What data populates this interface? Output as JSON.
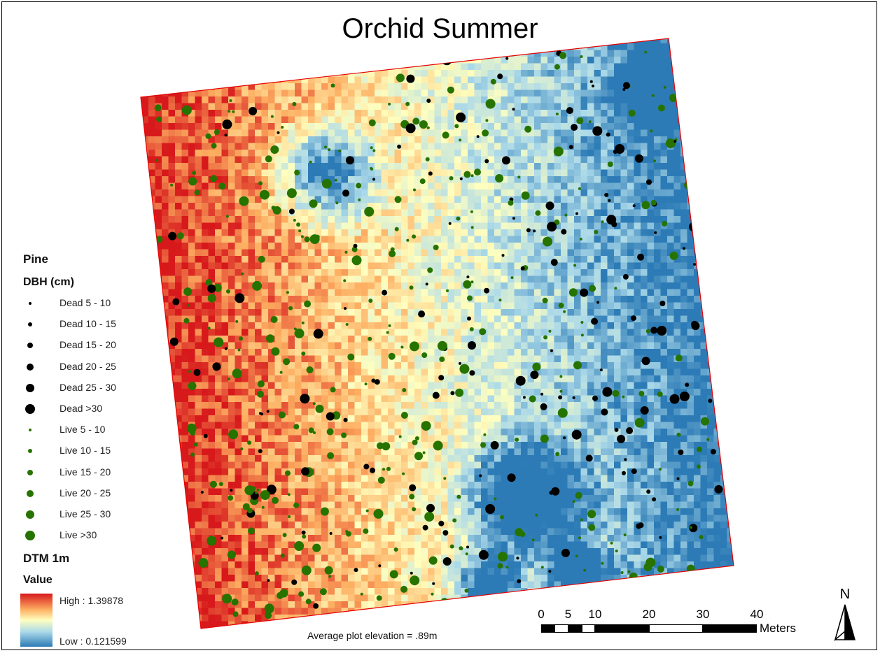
{
  "map": {
    "title": "Orchid Summer",
    "elevation_note": "Average plot elevation = .89m",
    "plot_outline_color": "#e60000",
    "raster_palette": [
      "#d7191c",
      "#fdae61",
      "#ffffbf",
      "#abd9e9",
      "#2c7bb6"
    ]
  },
  "legend": {
    "group_title": "Pine",
    "size_title": "DBH (cm)",
    "dead_color": "#000000",
    "live_color": "#267300",
    "classes": [
      {
        "label": "Dead 5 - 10",
        "status": "dead",
        "rank": 1
      },
      {
        "label": "Dead 10 - 15",
        "status": "dead",
        "rank": 2
      },
      {
        "label": "Dead 15 - 20",
        "status": "dead",
        "rank": 3
      },
      {
        "label": "Dead 20 - 25",
        "status": "dead",
        "rank": 4
      },
      {
        "label": "Dead 25 - 30",
        "status": "dead",
        "rank": 5
      },
      {
        "label": "Dead >30",
        "status": "dead",
        "rank": 6
      },
      {
        "label": "Live 5 - 10",
        "status": "live",
        "rank": 1
      },
      {
        "label": "Live 10 - 15",
        "status": "live",
        "rank": 2
      },
      {
        "label": "Live 15 - 20",
        "status": "live",
        "rank": 3
      },
      {
        "label": "Live 20 - 25",
        "status": "live",
        "rank": 4
      },
      {
        "label": "Live 25 - 30",
        "status": "live",
        "rank": 5
      },
      {
        "label": "Live >30",
        "status": "live",
        "rank": 6
      }
    ],
    "raster_title": "DTM 1m",
    "raster_value_label": "Value",
    "raster_high": "High : 1.39878",
    "raster_low": "Low : 0.121599"
  },
  "scale_bar": {
    "ticks": [
      "0",
      "5",
      "10",
      "20",
      "30",
      "40"
    ],
    "units": "Meters"
  },
  "north_arrow": {
    "label": "N"
  }
}
